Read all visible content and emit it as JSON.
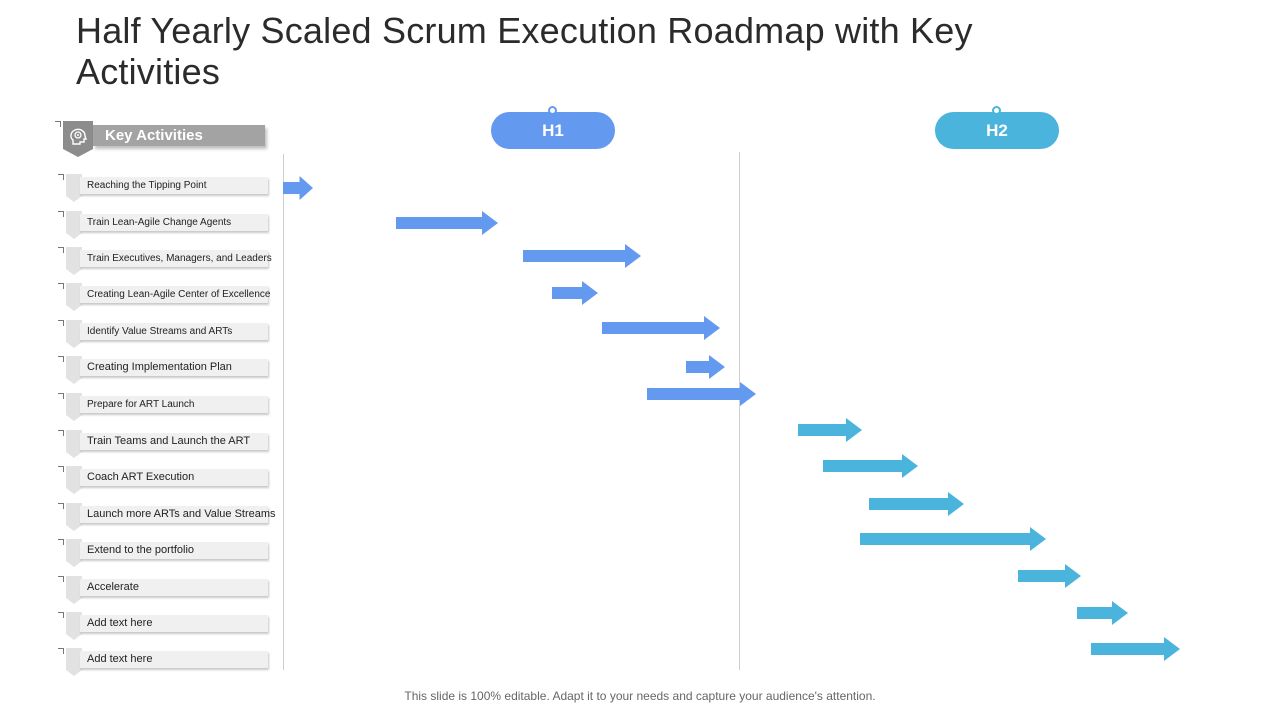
{
  "slide": {
    "title": "Half Yearly Scaled Scrum Execution Roadmap with Key Activities",
    "footer": "This slide is 100% editable. Adapt it to your needs and capture your audience's attention."
  },
  "key_activities": {
    "header": "Key Activities",
    "header_icon": "head-gear-icon"
  },
  "periods": [
    {
      "label": "H1",
      "color": "#6499F0"
    },
    {
      "label": "H2",
      "color": "#4BB4DD"
    }
  ],
  "activities": [
    {
      "label": "Reaching the Tipping Point",
      "period": "H1"
    },
    {
      "label": "Train Lean-Agile Change Agents",
      "period": "H1"
    },
    {
      "label": "Train Executives, Managers, and Leaders",
      "period": "H1"
    },
    {
      "label": "Creating Lean-Agile Center of Excellence",
      "period": "H1"
    },
    {
      "label": "Identify Value Streams and ARTs",
      "period": "H1"
    },
    {
      "label": "Creating Implementation  Plan",
      "period": "H1"
    },
    {
      "label": "Prepare  for ART Launch",
      "period": "H1"
    },
    {
      "label": "Train Teams  and Launch the ART",
      "period": "H2"
    },
    {
      "label": "Coach ART Execution",
      "period": "H2"
    },
    {
      "label": "Launch more ARTs and Value Streams",
      "period": "H2"
    },
    {
      "label": "Extend to the portfolio",
      "period": "H2"
    },
    {
      "label": "Accelerate",
      "period": "H2"
    },
    {
      "label": "Add text here",
      "period": "H2"
    },
    {
      "label": "Add text here",
      "period": "H2"
    }
  ]
}
